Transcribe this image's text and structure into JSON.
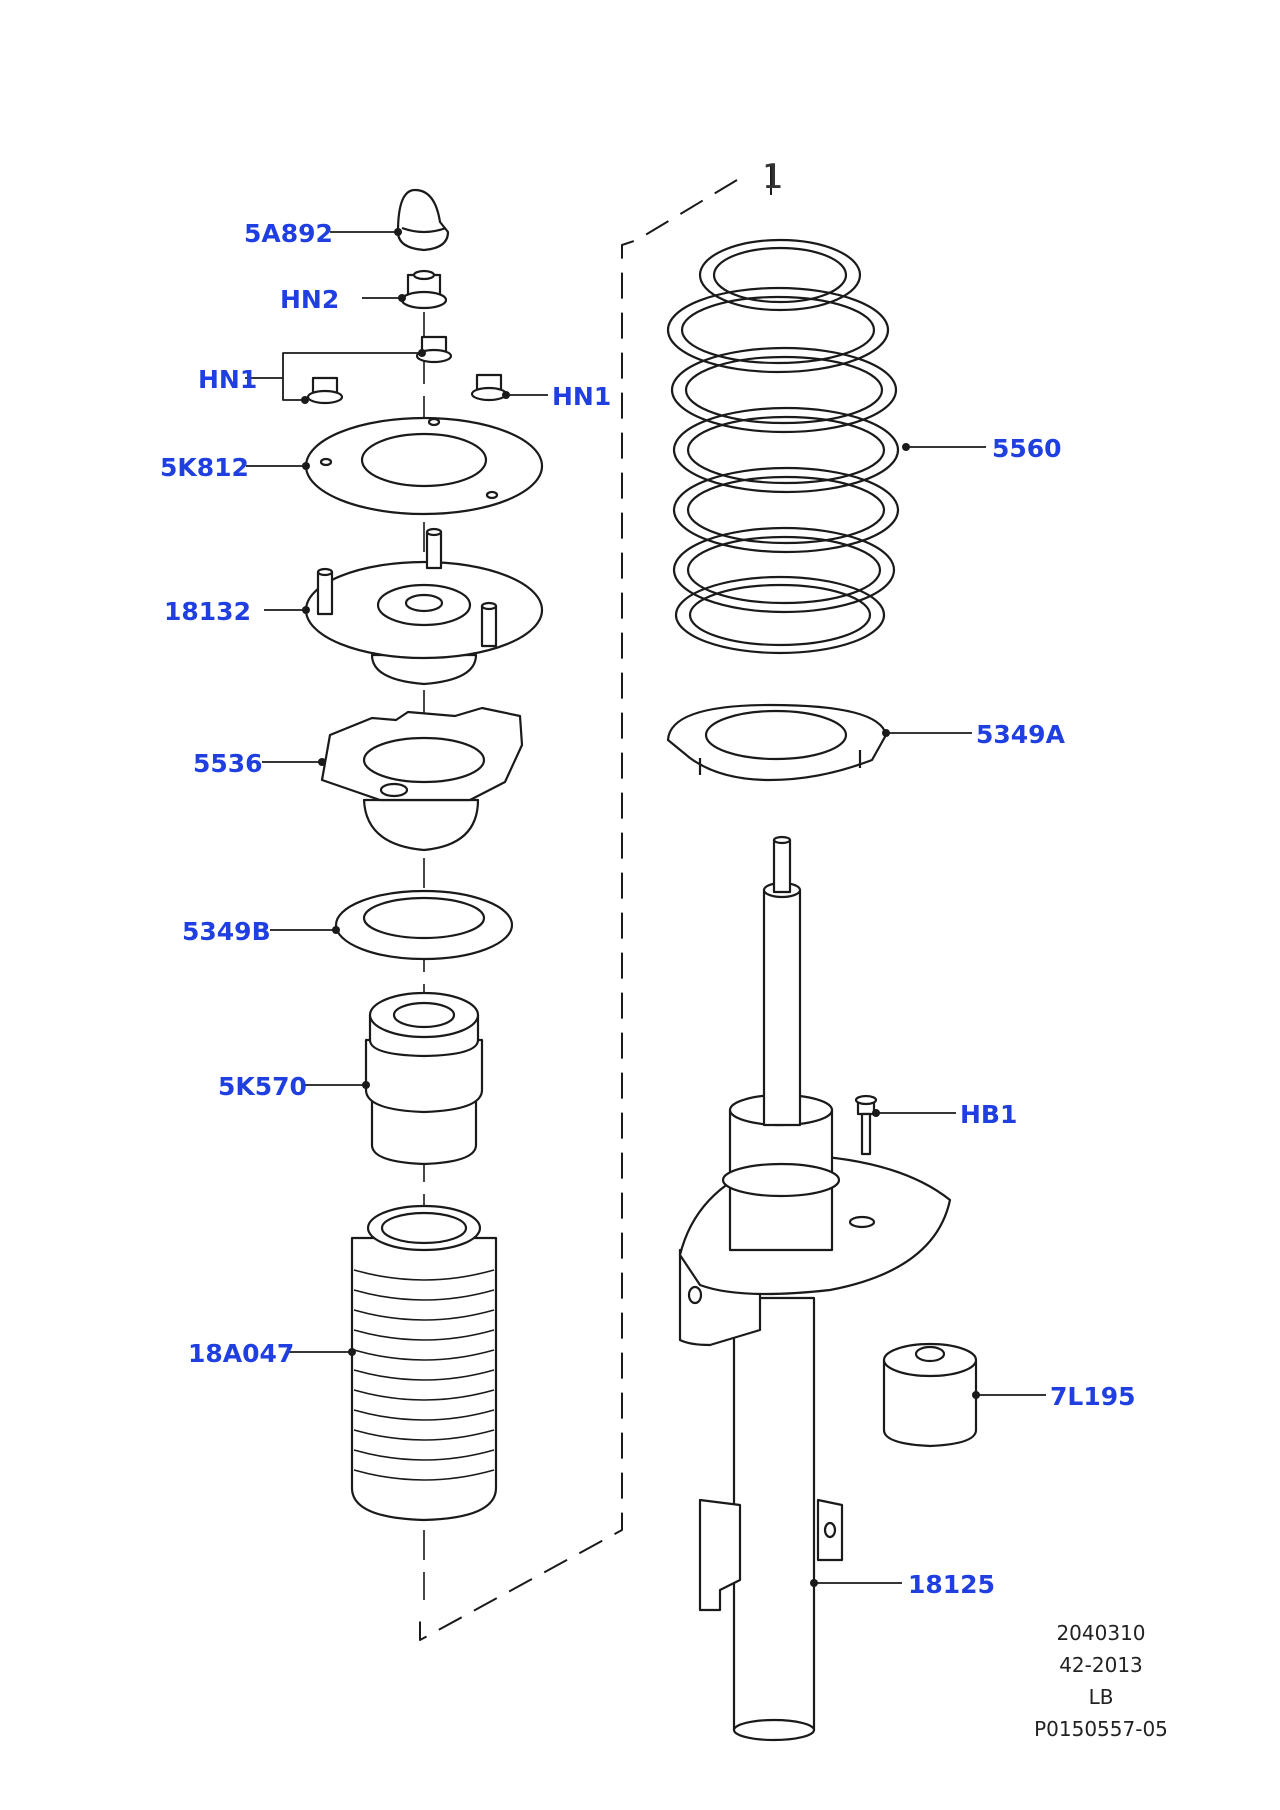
{
  "diagram": {
    "label_color": "#1f3fe0",
    "line_color": "#1a1a1a",
    "group_number": "1",
    "parts": {
      "p5A892": "5A892",
      "pHN2": "HN2",
      "pHN1_left": "HN1",
      "pHN1_right": "HN1",
      "p5K812": "5K812",
      "p18132": "18132",
      "p5536": "5536",
      "p5349B": "5349B",
      "p5K570": "5K570",
      "p18A047": "18A047",
      "p5560": "5560",
      "p5349A": "5349A",
      "pHB1": "HB1",
      "p7L195": "7L195",
      "p18125": "18125"
    },
    "footer": {
      "line1": "2040310",
      "line2": "42-2013",
      "line3": "LB",
      "line4": "P0150557-05"
    }
  }
}
